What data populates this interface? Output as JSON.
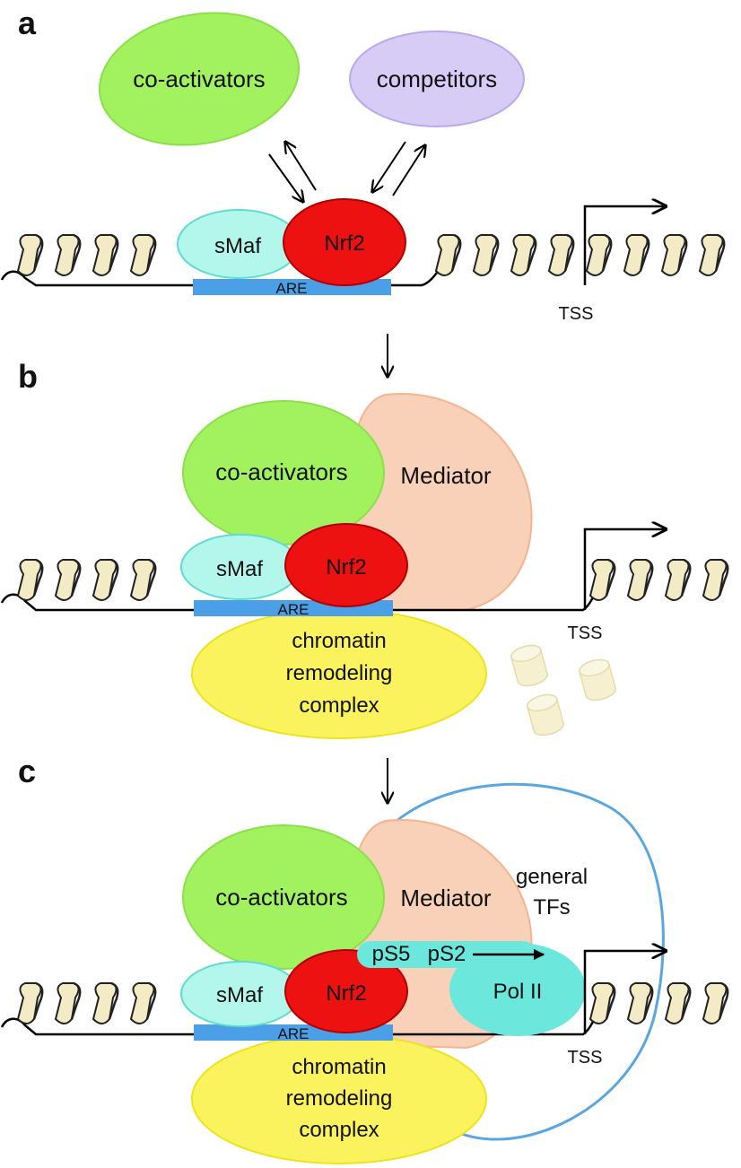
{
  "colors": {
    "coactivator_fill": "#a2f25f",
    "coactivator_stroke": "#8be04a",
    "competitor_fill": "#d7ccf6",
    "competitor_stroke": "#bba9ee",
    "smaf_fill": "#b3f7ec",
    "smaf_stroke": "#5fdccf",
    "nrf2_fill": "#ee1111",
    "nrf2_stroke": "#b30000",
    "mediator_fill": "#f9d0b8",
    "mediator_stroke": "#f5b48f",
    "chromatin_fill": "#fbf35d",
    "chromatin_stroke": "#ebe41c",
    "are_fill": "#4a9fe6",
    "polii_fill": "#6ce7dc",
    "general_tfs_stroke": "#5aa6e0",
    "nucleosome_fill": "#f3ebc6"
  },
  "panels": {
    "a": {
      "letter": "a",
      "coactivators": "co-activators",
      "competitors": "competitors",
      "smaf": "sMaf",
      "nrf2": "Nrf2",
      "are": "ARE",
      "tss": "TSS"
    },
    "b": {
      "letter": "b",
      "coactivators": "co-activators",
      "mediator": "Mediator",
      "smaf": "sMaf",
      "nrf2": "Nrf2",
      "are": "ARE",
      "tss": "TSS",
      "chromatin_line1": "chromatin",
      "chromatin_line2": "remodeling",
      "chromatin_line3": "complex"
    },
    "c": {
      "letter": "c",
      "coactivators": "co-activators",
      "mediator": "Mediator",
      "general_tfs_line1": "general",
      "general_tfs_line2": "TFs",
      "ps5": "pS5",
      "ps2": "pS2",
      "pol2": "Pol II",
      "smaf": "sMaf",
      "nrf2": "Nrf2",
      "are": "ARE",
      "tss": "TSS",
      "chromatin_line1": "chromatin",
      "chromatin_line2": "remodeling",
      "chromatin_line3": "complex"
    }
  }
}
